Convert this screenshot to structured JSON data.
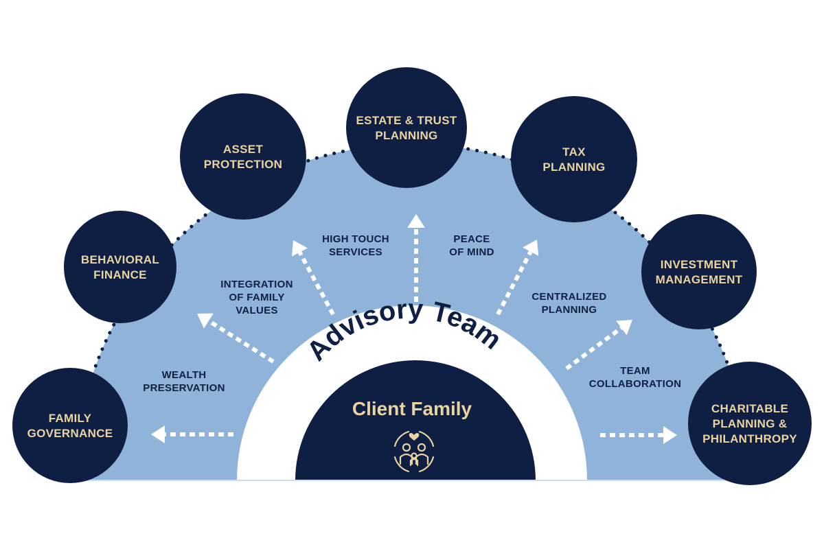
{
  "center": {
    "advisory_team": "Advisory Team",
    "client_family": "Client Family",
    "icon": "family-heart-icon"
  },
  "services": [
    {
      "id": "family-governance",
      "lines": [
        "FAMILY",
        "GOVERNANCE"
      ]
    },
    {
      "id": "behavioral-finance",
      "lines": [
        "BEHAVIORAL",
        "FINANCE"
      ]
    },
    {
      "id": "asset-protection",
      "lines": [
        "ASSET",
        "PROTECTION"
      ]
    },
    {
      "id": "estate-trust-planning",
      "lines": [
        "ESTATE  & TRUST",
        "PLANNING"
      ]
    },
    {
      "id": "tax-planning",
      "lines": [
        "TAX",
        "PLANNING"
      ]
    },
    {
      "id": "investment-management",
      "lines": [
        "INVESTMENT",
        "MANAGEMENT"
      ]
    },
    {
      "id": "charitable-planning",
      "lines": [
        "CHARITABLE",
        "PLANNING &",
        "PHILANTHROPY"
      ]
    }
  ],
  "benefits": [
    {
      "id": "wealth-preservation",
      "lines": [
        "WEALTH",
        "PRESERVATION"
      ]
    },
    {
      "id": "integration-of-family-values",
      "lines": [
        "INTEGRATION",
        "OF FAMILY",
        "VALUES"
      ]
    },
    {
      "id": "high-touch-services",
      "lines": [
        "HIGH TOUCH",
        "SERVICES"
      ]
    },
    {
      "id": "peace-of-mind",
      "lines": [
        "PEACE",
        "OF MIND"
      ]
    },
    {
      "id": "centralized-planning",
      "lines": [
        "CENTRALIZED",
        "PLANNING"
      ]
    },
    {
      "id": "team-collaboration",
      "lines": [
        "TEAM",
        "COLLABORATION"
      ]
    }
  ],
  "colors": {
    "navy": "#0f1f44",
    "light_blue": "#8fb3d9",
    "gold": "#e9d4a0",
    "white": "#ffffff"
  }
}
